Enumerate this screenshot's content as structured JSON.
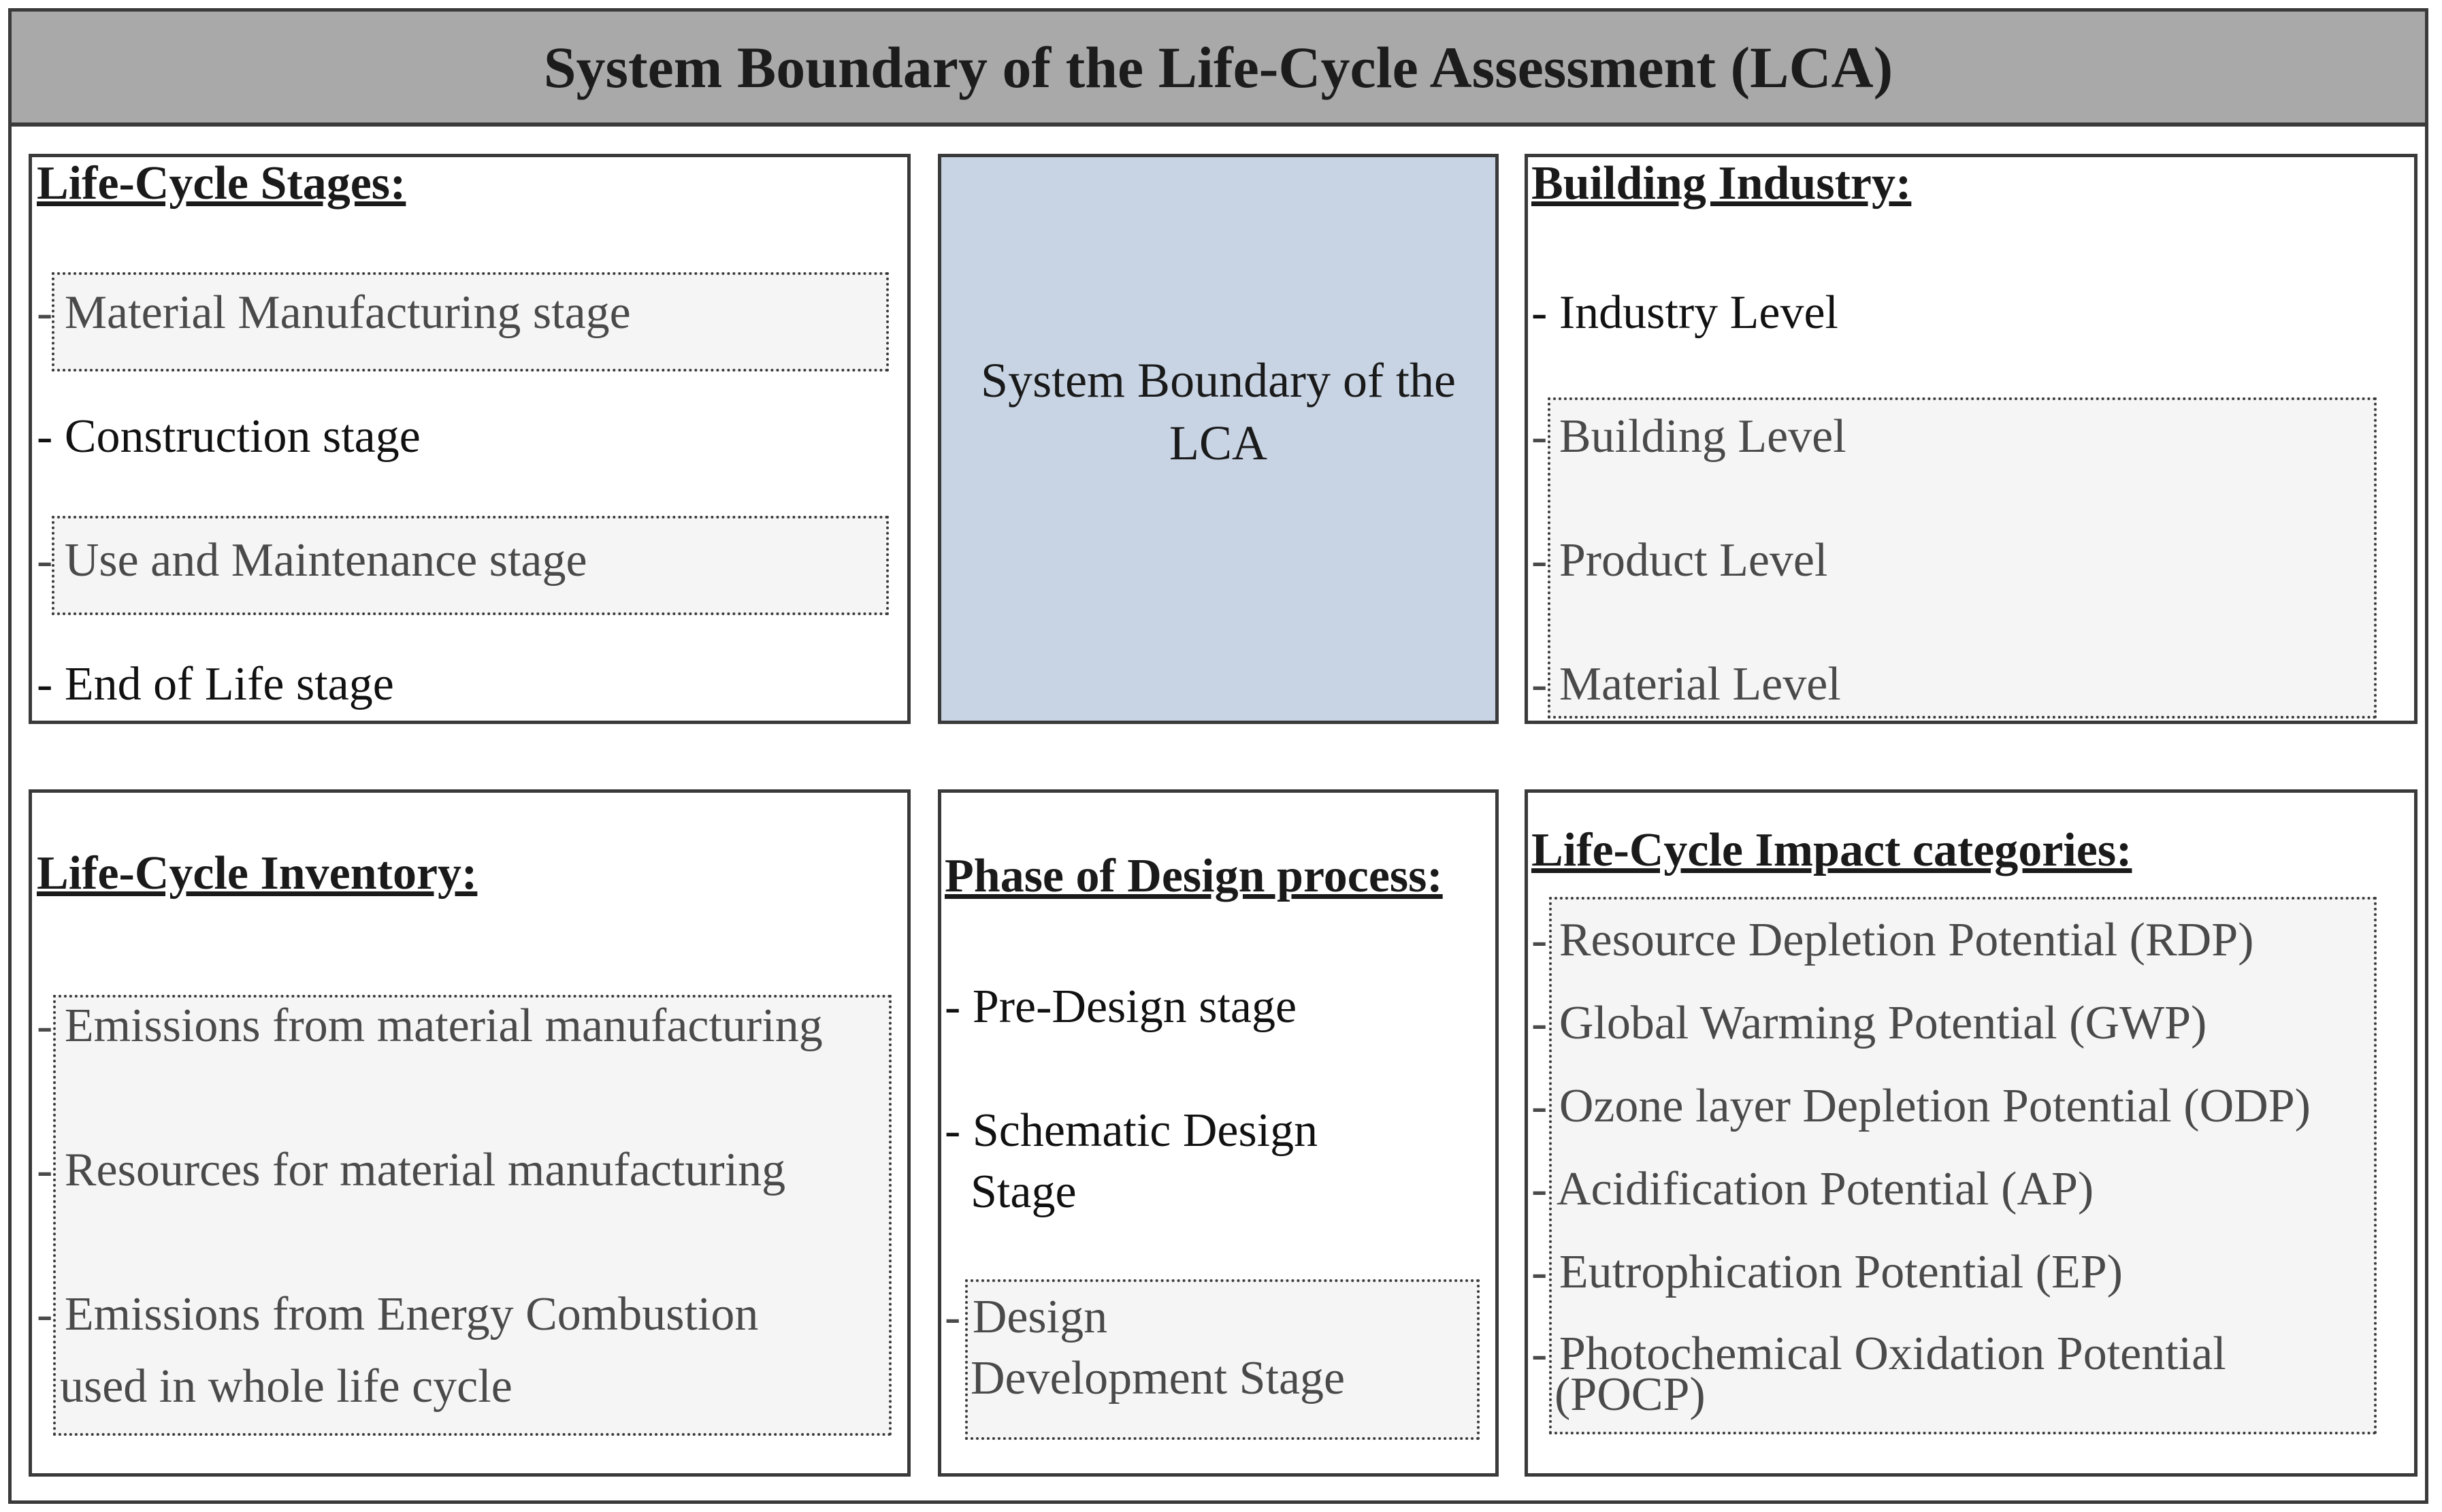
{
  "title": "System Boundary of the Life-Cycle Assessment (LCA)",
  "center_box": {
    "line1": "System Boundary of the",
    "line2": "LCA"
  },
  "life_cycle_stages": {
    "heading": "Life-Cycle Stages:",
    "items": [
      "Material Manufacturing stage",
      "Construction stage",
      "Use and Maintenance stage",
      "End of Life stage"
    ]
  },
  "building_industry": {
    "heading": "Building Industry:",
    "items": [
      "Industry Level",
      "Building Level",
      "Product Level",
      "Material Level"
    ]
  },
  "life_cycle_inventory": {
    "heading": "Life-Cycle Inventory:",
    "items": [
      "Emissions from material manufacturing",
      "Resources for material manufacturing",
      "Emissions from Energy Combustion",
      "used in whole life cycle"
    ]
  },
  "design_phase": {
    "heading": "Phase of Design process:",
    "items": [
      "Pre-Design stage",
      "Schematic Design",
      "Stage",
      "Design",
      "Development Stage"
    ]
  },
  "impact_categories": {
    "heading": "Life-Cycle Impact categories:",
    "items": [
      "Resource Depletion Potential (RDP)",
      "Global Warming Potential (GWP)",
      "Ozone layer Depletion Potential (ODP)",
      "Acidification Potential (AP)",
      "Eutrophication Potential (EP)",
      "Photochemical Oxidation Potential",
      "(POCP)"
    ]
  },
  "dash": "-"
}
